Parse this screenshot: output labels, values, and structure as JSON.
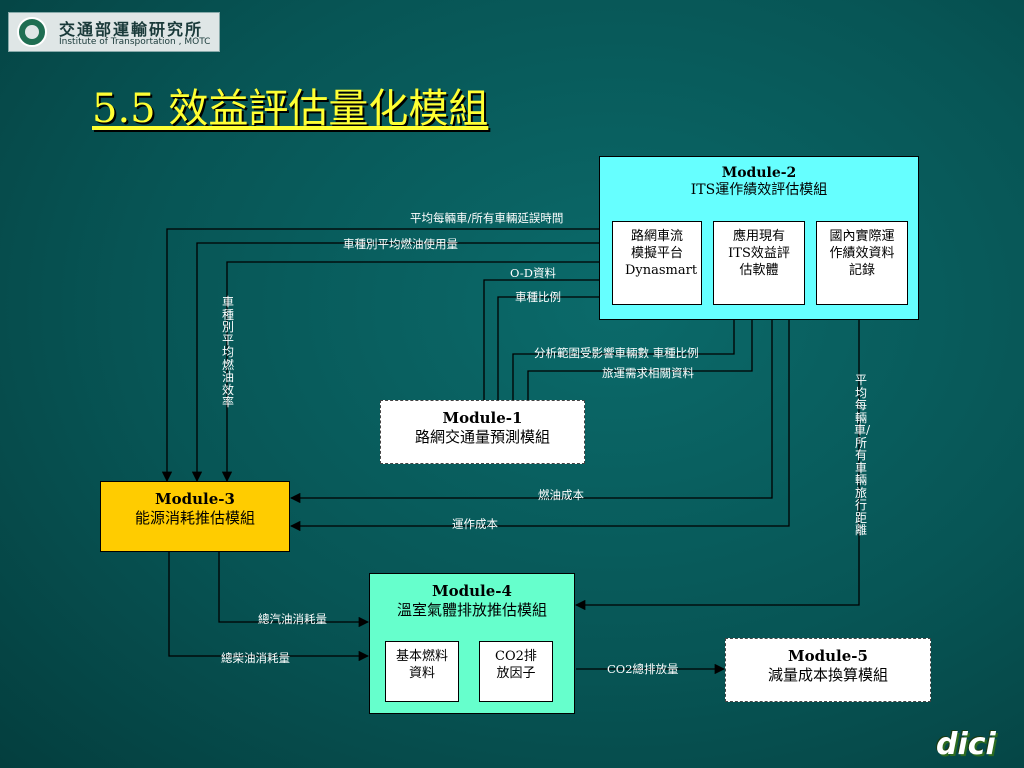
{
  "logo": {
    "cn": "交通部運輸研究所",
    "en": "Institute of Transportation , MOTC"
  },
  "title": "5.5 效益評估量化模組",
  "module2": {
    "name": "Module-2",
    "title": "ITS運作績效評估模組",
    "sub1": "路網車流模擬平台Dynasmart",
    "sub2": "應用現有ITS效益評估軟體",
    "sub3": "國內實際運作績效資料記錄"
  },
  "module1": {
    "name": "Module-1",
    "title": "路網交通量預測模組"
  },
  "module3": {
    "name": "Module-3",
    "title": "能源消耗推估模組"
  },
  "module4": {
    "name": "Module-4",
    "title": "溫室氣體排放推估模組",
    "sub1": "基本燃料資料",
    "sub2": "CO2排放因子"
  },
  "module5": {
    "name": "Module-5",
    "title": "減量成本換算模組"
  },
  "labels": {
    "delay_time": "平均每輛車/所有車輛延誤時間",
    "fuel_use": "車種別平均燃油使用量",
    "od": "O-D資料",
    "vehicle_ratio": "車種比例",
    "fuel_eff": "車種別平均燃油效率",
    "analysis_range": "分析範圍受影響車輛數 車種比例",
    "travel_demand": "旅運需求相關資料",
    "travel_dist": "平均每輛車/所有車輛旅行距離",
    "fuel_cost": "燃油成本",
    "op_cost": "運作成本",
    "gasoline": "總汽油消耗量",
    "diesel": "總柴油消耗量",
    "co2_total": "CO2總排放量"
  },
  "brand": "dici",
  "colors": {
    "module2_fill": "#66ffff",
    "module3_fill": "#ffcc00",
    "module4_fill": "#66ffcc",
    "title": "#ffff33"
  }
}
